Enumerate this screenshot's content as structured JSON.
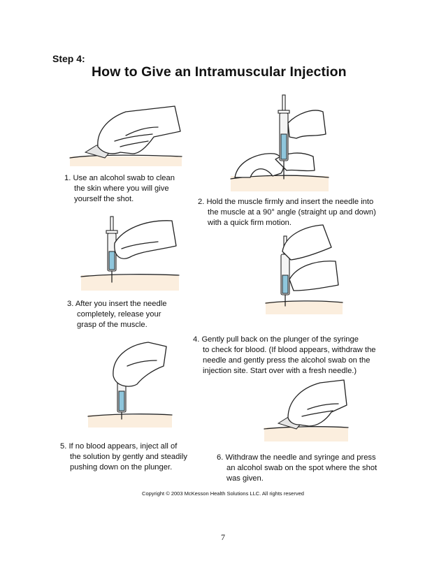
{
  "step_label": "Step 4:",
  "title": "How to Give an Intramuscular Injection",
  "steps": [
    {
      "lines": [
        "1. Use an alcohol swab to clean",
        "the skin where you will give",
        "yourself the shot."
      ]
    },
    {
      "lines": [
        "2. Hold the muscle firmly and insert the needle into",
        "the muscle at a 90° angle (straight up and down)",
        "with a quick firm motion."
      ]
    },
    {
      "lines": [
        "3. After you insert the needle",
        "completely, release your",
        "grasp of the muscle."
      ]
    },
    {
      "lines": [
        "4. Gently pull back on the plunger of the syringe",
        "to check for blood. (If blood appears, withdraw the",
        "needle and gently press the alcohol swab on the",
        "injection site.  Start over with a fresh needle.)"
      ]
    },
    {
      "lines": [
        "5. If no blood appears, inject all of",
        "the solution by gently and steadily",
        "pushing down on the plunger."
      ]
    },
    {
      "lines": [
        "6. Withdraw the needle and syringe and press",
        "an alcohol swab on the spot where the shot",
        "was given."
      ]
    }
  ],
  "copyright": "Copyright  ©  2003 McKesson Health Solutions LLC. All rights reserved",
  "page_number": "7",
  "colors": {
    "skin": "#fbeede",
    "liquid": "#8fc6dc",
    "ink": "#222222"
  }
}
